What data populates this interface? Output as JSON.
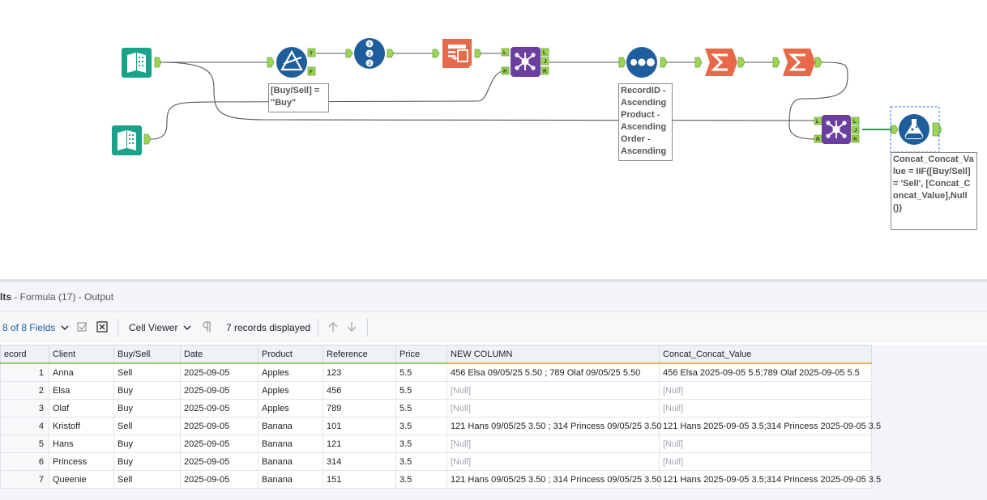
{
  "canvas": {
    "annotations": {
      "filter": "[Buy/Sell] =\n\"Buy\"",
      "sort": "RecordID -\nAscending\nProduct -\nAscending\nOrder -\nAscending",
      "formula": "Concat_Concat_Value = IIF([Buy/Sell] = 'Sell', [Concat_Concat_Value],Null())"
    },
    "anchors": {
      "T": "T",
      "F": "F",
      "L": "L",
      "J": "J",
      "R": "R"
    }
  },
  "results": {
    "title_prefix": "lts",
    "title_rest": " - Formula (17) - Output"
  },
  "toolbar": {
    "fields_label": "8 of 8 Fields",
    "viewer_label": "Cell Viewer",
    "records_label": "7 records displayed"
  },
  "grid": {
    "columns": [
      "ecord",
      "Client",
      "Buy/Sell",
      "Date",
      "Product",
      "Reference",
      "Price",
      "NEW COLUMN",
      "Concat_Concat_Value"
    ],
    "rows": [
      [
        "1",
        "Anna",
        "Sell",
        "2025-09-05",
        "Apples",
        "123",
        "5.5",
        "456 Elsa 09/05/25 5.50 ; 789 Olaf 09/05/25 5.50",
        "456 Elsa 2025-09-05 5.5;789 Olaf 2025-09-05 5.5"
      ],
      [
        "2",
        "Elsa",
        "Buy",
        "2025-09-05",
        "Apples",
        "456",
        "5.5",
        "[Null]",
        "[Null]"
      ],
      [
        "3",
        "Olaf",
        "Buy",
        "2025-09-05",
        "Apples",
        "789",
        "5.5",
        "[Null]",
        "[Null]"
      ],
      [
        "4",
        "Kristoff",
        "Sell",
        "2025-09-05",
        "Banana",
        "101",
        "3.5",
        "121 Hans 09/05/25 3.50 ; 314 Princess 09/05/25 3.50",
        "121 Hans 2025-09-05 3.5;314 Princess 2025-09-05 3.5"
      ],
      [
        "5",
        "Hans",
        "Buy",
        "2025-09-05",
        "Banana",
        "121",
        "3.5",
        "[Null]",
        "[Null]"
      ],
      [
        "6",
        "Princess",
        "Buy",
        "2025-09-05",
        "Banana",
        "314",
        "3.5",
        "[Null]",
        "[Null]"
      ],
      [
        "7",
        "Queenie",
        "Sell",
        "2025-09-05",
        "Banana",
        "151",
        "3.5",
        "121 Hans 09/05/25 3.50 ; 314 Princess 09/05/25 3.50",
        "121 Hans 2025-09-05 3.5;314 Princess 2025-09-05 3.5"
      ]
    ]
  },
  "colors": {
    "input_tool": "#1aa38a",
    "filter_tool": "#1f5e9c",
    "join_tool": "#6b3fa0",
    "summarize_tool": "#e8684a",
    "anchor": "#9fd356"
  }
}
